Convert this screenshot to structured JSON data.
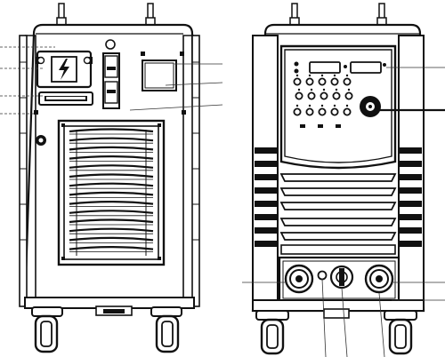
{
  "figure": {
    "type": "technical-line-drawing",
    "subject": "welding-power-source",
    "views": [
      "rear",
      "front"
    ],
    "colors": {
      "line": "#111111",
      "background": "#ffffff"
    },
    "callout_labels": []
  }
}
